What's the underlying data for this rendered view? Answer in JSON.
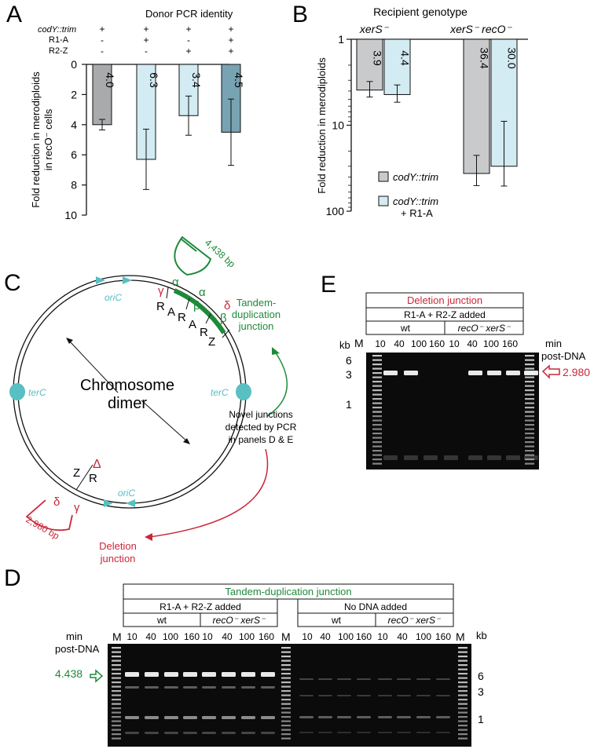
{
  "panels": {
    "a": "A",
    "b": "B",
    "c": "C",
    "d": "D",
    "e": "E"
  },
  "panel_a": {
    "header": "Donor PCR identity",
    "row_labels": [
      "codY::trim",
      "R1-A",
      "R2-Z"
    ],
    "row_signs": [
      [
        "+",
        "+",
        "+",
        "+"
      ],
      [
        "-",
        "+",
        "-",
        "+"
      ],
      [
        "-",
        "-",
        "+",
        "+"
      ]
    ],
    "ylabel_line1": "Fold reduction in merodiploids",
    "ylabel_line2": "in recO⁻ cells",
    "ticks": [
      "0",
      "2",
      "4",
      "6",
      "8",
      "10"
    ]
  },
  "panel_b": {
    "title": "Recipient genotype",
    "group1": "xerS⁻",
    "group2": "xerS⁻ recO⁻",
    "ylabel": "Fold reduction in merodiploids",
    "ticks": [
      "1",
      "10",
      "100"
    ],
    "legend": [
      "codY::trim",
      "codY::trim",
      "+ R1-A"
    ]
  },
  "chart_data": [
    {
      "type": "bar",
      "categories": [
        "codY::trim",
        "codY::trim + R1-A",
        "codY::trim + R2-Z",
        "codY::trim + R1-A + R2-Z"
      ],
      "values": [
        4.0,
        6.3,
        3.4,
        4.5
      ],
      "value_labels": [
        "4.0",
        "6.3",
        "3.4",
        "4.5"
      ],
      "errors": [
        0.35,
        2.0,
        1.3,
        2.2
      ],
      "ylim": [
        0,
        10
      ],
      "inverted_axis": true,
      "colors": [
        "#a9aaac",
        "#d3ebf2",
        "#d3ebf2",
        "#78a3b3"
      ]
    },
    {
      "type": "bar",
      "log_scale": true,
      "categories": [
        "xerS⁻",
        "xerS⁻ recO⁻"
      ],
      "series": [
        {
          "name": "codY::trim",
          "values": [
            3.9,
            36.4
          ],
          "errors": [
            0.8,
            14
          ],
          "color": "#c9cacc"
        },
        {
          "name": "codY::trim + R1-A",
          "values": [
            4.4,
            30.0
          ],
          "errors": [
            1.0,
            21
          ],
          "color": "#d3ebf2"
        }
      ],
      "value_labels": [
        [
          "3.9",
          "36.4"
        ],
        [
          "4.4",
          "30.0"
        ]
      ],
      "ylim": [
        1,
        100
      ],
      "inverted_axis": true
    }
  ],
  "panel_c": {
    "center": "Chromosome",
    "center2": "dimer",
    "oric": "oriC",
    "terc": "terC",
    "top_letters": [
      "R",
      "A",
      "R",
      "A",
      "R",
      "Z"
    ],
    "greek_top": [
      "γ",
      "α",
      "β",
      "α",
      "β",
      "δ"
    ],
    "bp_top": "4,438 bp",
    "tandem": "Tandem-",
    "tandem2": "duplication",
    "tandem3": "junction",
    "novel": [
      "Novel junctions",
      "detected by PCR",
      "in panels D & E"
    ],
    "bottom_letters": [
      "Z",
      "R"
    ],
    "delta": "Δ",
    "greek_bottom": [
      "δ",
      "γ"
    ],
    "bp_bottom": "2,980 bp",
    "deletion": "Deletion",
    "deletion2": "junction"
  },
  "panel_d": {
    "title": "Tandem-duplication junction",
    "added": "R1-A + R2-Z added",
    "nodna": "No DNA added",
    "wt": "wt",
    "mut": "recO⁻ xerS⁻",
    "lanes": [
      "10",
      "40",
      "100",
      "160"
    ],
    "marker": "M",
    "min": "min",
    "postdna": "post-DNA",
    "size": "4.438",
    "kb": "kb",
    "kb_ticks": [
      "6",
      "3",
      "1"
    ]
  },
  "panel_e": {
    "title": "Deletion junction",
    "added": "R1-A + R2-Z added",
    "wt": "wt",
    "mut": "recO⁻ xerS⁻",
    "lanes": [
      "10",
      "40",
      "100",
      "160"
    ],
    "marker": "M",
    "kb": "kb",
    "kb_ticks": [
      "6",
      "3",
      "1"
    ],
    "min": "min",
    "postdna": "post-DNA",
    "size": "2.980"
  },
  "colors": {
    "green": "#1e8a3a",
    "red": "#c8283a",
    "teal": "#58bfc2"
  }
}
